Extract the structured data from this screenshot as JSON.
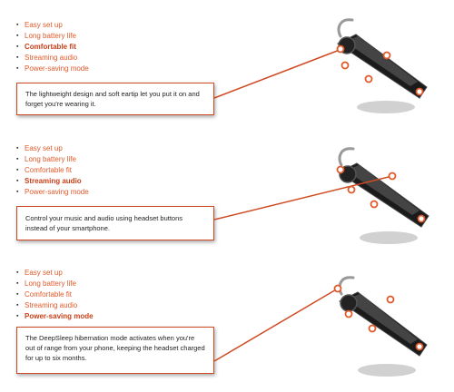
{
  "sections": [
    {
      "features": [
        "Easy set up",
        "Long battery life",
        "Comfortable fit",
        "Streaming audio",
        "Power-saving mode"
      ],
      "active_index": 2,
      "caption": "The lightweight design and soft eartip let you put it on and forget you're wearing it."
    },
    {
      "features": [
        "Easy set up",
        "Long battery life",
        "Comfortable fit",
        "Streaming audio",
        "Power-saving mode"
      ],
      "active_index": 3,
      "caption": "Control your music and audio using headset buttons instead of your smartphone."
    },
    {
      "features": [
        "Easy set up",
        "Long battery life",
        "Comfortable fit",
        "Streaming audio",
        "Power-saving mode"
      ],
      "active_index": 4,
      "caption": "The DeepSleep hibernation mode activates when you're out of range from your phone, keeping the headset charged for up to six months."
    }
  ],
  "colors": {
    "accent": "#e05a2b",
    "accent_dark": "#c8401a",
    "headset": "#1b1b1b"
  },
  "icons": [
    "headset-image",
    "hotspot-marker"
  ]
}
